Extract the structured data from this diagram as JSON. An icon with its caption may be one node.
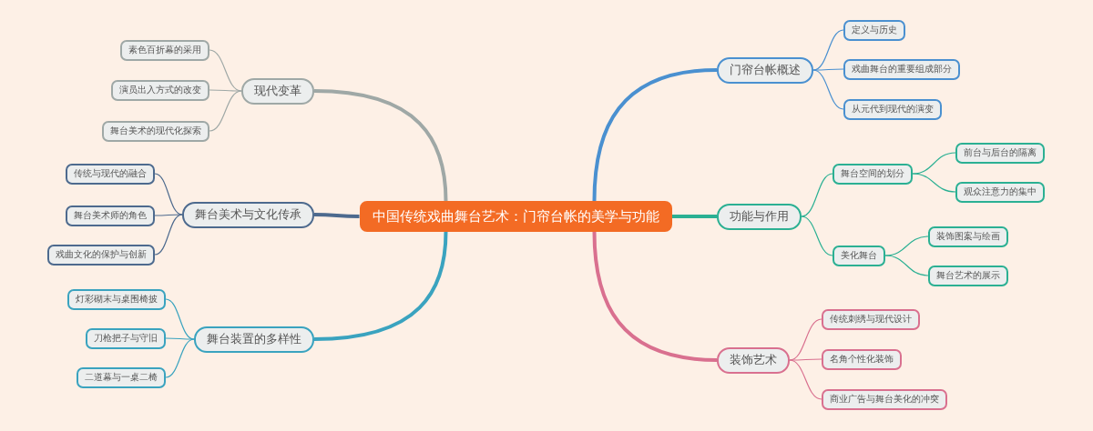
{
  "diagram": {
    "nodes": [
      {
        "text": [
          "中国传统戏曲舞台艺术：门帘台帐的美学与功能"
        ]
      },
      {
        "text": [
          "门帘台帐概述"
        ]
      },
      {
        "text": [
          "定义与历史"
        ]
      },
      {
        "text": [
          "戏曲舞台的重要组成部分"
        ]
      },
      {
        "text": [
          "从元代到现代的演变"
        ]
      },
      {
        "text": [
          "功能与作用"
        ]
      },
      {
        "text": [
          "舞台空间的划分"
        ]
      },
      {
        "text": [
          "前台与后台的隔离"
        ]
      },
      {
        "text": [
          "观众注意力的集中"
        ]
      },
      {
        "text": [
          "美化舞台"
        ]
      },
      {
        "text": [
          "装饰图案与绘画"
        ]
      },
      {
        "text": [
          "舞台艺术的展示"
        ]
      },
      {
        "text": [
          "装饰艺术"
        ]
      },
      {
        "text": [
          "传统刺绣与现代设计"
        ]
      },
      {
        "text": [
          "名角个性化装饰"
        ]
      },
      {
        "text": [
          "商业广告与舞台美化的冲突"
        ]
      },
      {
        "text": [
          "现代变革"
        ]
      },
      {
        "text": [
          "素色百折幕的采用"
        ]
      },
      {
        "text": [
          "演员出入方式的改变"
        ]
      },
      {
        "text": [
          "舞台美术的现代化探索"
        ]
      },
      {
        "text": [
          "舞台美术与文化传承"
        ]
      },
      {
        "text": [
          "传统与现代的融合"
        ]
      },
      {
        "text": [
          "舞台美术师的角色"
        ]
      },
      {
        "text": [
          "戏曲文化的保护与创新"
        ]
      },
      {
        "text": [
          "舞台装置的多样性"
        ]
      },
      {
        "text": [
          "灯彩砌末与桌围椅披"
        ]
      },
      {
        "text": [
          "刀枪把子与守旧"
        ]
      },
      {
        "text": [
          "二道幕与一桌二椅"
        ]
      }
    ],
    "edges": [
      {
        "from": 0,
        "to": 1,
        "arrow": "none",
        "style": "thick",
        "color": "#4a90d0"
      },
      {
        "from": 1,
        "to": 2,
        "arrow": "none",
        "color": "#4a90d0"
      },
      {
        "from": 1,
        "to": 3,
        "arrow": "none",
        "color": "#4a90d0"
      },
      {
        "from": 1,
        "to": 4,
        "arrow": "none",
        "color": "#4a90d0"
      },
      {
        "from": 0,
        "to": 5,
        "arrow": "none",
        "style": "thick",
        "color": "#2bb093"
      },
      {
        "from": 5,
        "to": 6,
        "arrow": "none",
        "color": "#2bb093"
      },
      {
        "from": 6,
        "to": 7,
        "arrow": "none",
        "color": "#2bb093"
      },
      {
        "from": 6,
        "to": 8,
        "arrow": "none",
        "color": "#2bb093"
      },
      {
        "from": 5,
        "to": 9,
        "arrow": "none",
        "color": "#2bb093"
      },
      {
        "from": 9,
        "to": 10,
        "arrow": "none",
        "color": "#2bb093"
      },
      {
        "from": 9,
        "to": 11,
        "arrow": "none",
        "color": "#2bb093"
      },
      {
        "from": 0,
        "to": 12,
        "arrow": "none",
        "style": "thick",
        "color": "#d9708f"
      },
      {
        "from": 12,
        "to": 13,
        "arrow": "none",
        "color": "#d9708f"
      },
      {
        "from": 12,
        "to": 14,
        "arrow": "none",
        "color": "#d9708f"
      },
      {
        "from": 12,
        "to": 15,
        "arrow": "none",
        "color": "#d9708f"
      },
      {
        "from": 0,
        "to": 16,
        "arrow": "none",
        "style": "thick",
        "color": "#9fa8a6"
      },
      {
        "from": 16,
        "to": 17,
        "arrow": "none",
        "color": "#9fa8a6"
      },
      {
        "from": 16,
        "to": 18,
        "arrow": "none",
        "color": "#9fa8a6"
      },
      {
        "from": 16,
        "to": 19,
        "arrow": "none",
        "color": "#9fa8a6"
      },
      {
        "from": 0,
        "to": 20,
        "arrow": "none",
        "style": "thick",
        "color": "#4d6a8e"
      },
      {
        "from": 20,
        "to": 21,
        "arrow": "none",
        "color": "#4d6a8e"
      },
      {
        "from": 20,
        "to": 22,
        "arrow": "none",
        "color": "#4d6a8e"
      },
      {
        "from": 20,
        "to": 23,
        "arrow": "none",
        "color": "#4d6a8e"
      },
      {
        "from": 0,
        "to": 24,
        "arrow": "none",
        "style": "thick",
        "color": "#3aa3bf"
      },
      {
        "from": 24,
        "to": 25,
        "arrow": "none",
        "color": "#3aa3bf"
      },
      {
        "from": 24,
        "to": 26,
        "arrow": "none",
        "color": "#3aa3bf"
      },
      {
        "from": 24,
        "to": 27,
        "arrow": "none",
        "color": "#3aa3bf"
      }
    ]
  }
}
